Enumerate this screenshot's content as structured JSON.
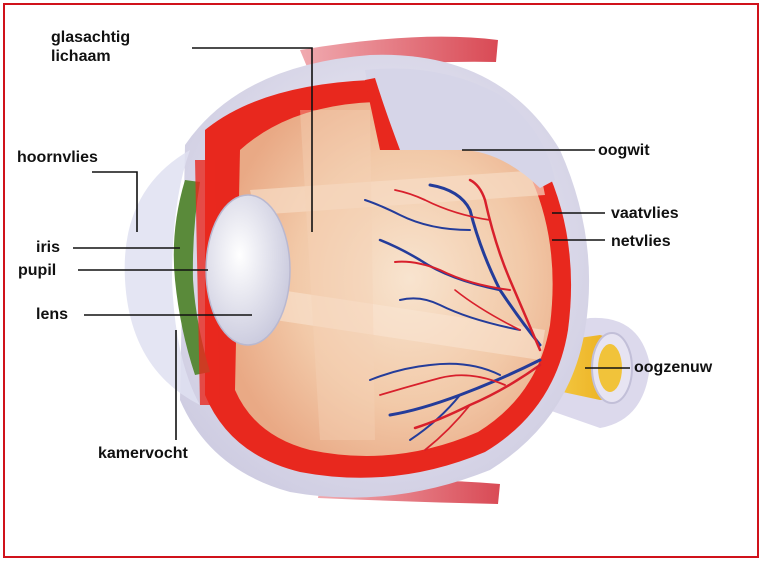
{
  "colors": {
    "frame": "#d0121b",
    "sclera": "#e4e2f0",
    "choroid": "#e8281e",
    "vitreous": "#f2c9a8",
    "artery": "#d8202c",
    "vein": "#243c9a",
    "optic_nerve": "#f4c020",
    "iris": "#5a8a3a",
    "label_text": "#111111"
  },
  "labels": {
    "vitreous_line1": "glasachtig",
    "vitreous_line2": "lichaam",
    "cornea": "hoornvlies",
    "iris": "iris",
    "pupil": "pupil",
    "lens": "lens",
    "aqueous": "kamervocht",
    "sclera": "oogwit",
    "choroid": "vaatvlies",
    "retina": "netvlies",
    "optic_nerve": "oogzenuw"
  }
}
